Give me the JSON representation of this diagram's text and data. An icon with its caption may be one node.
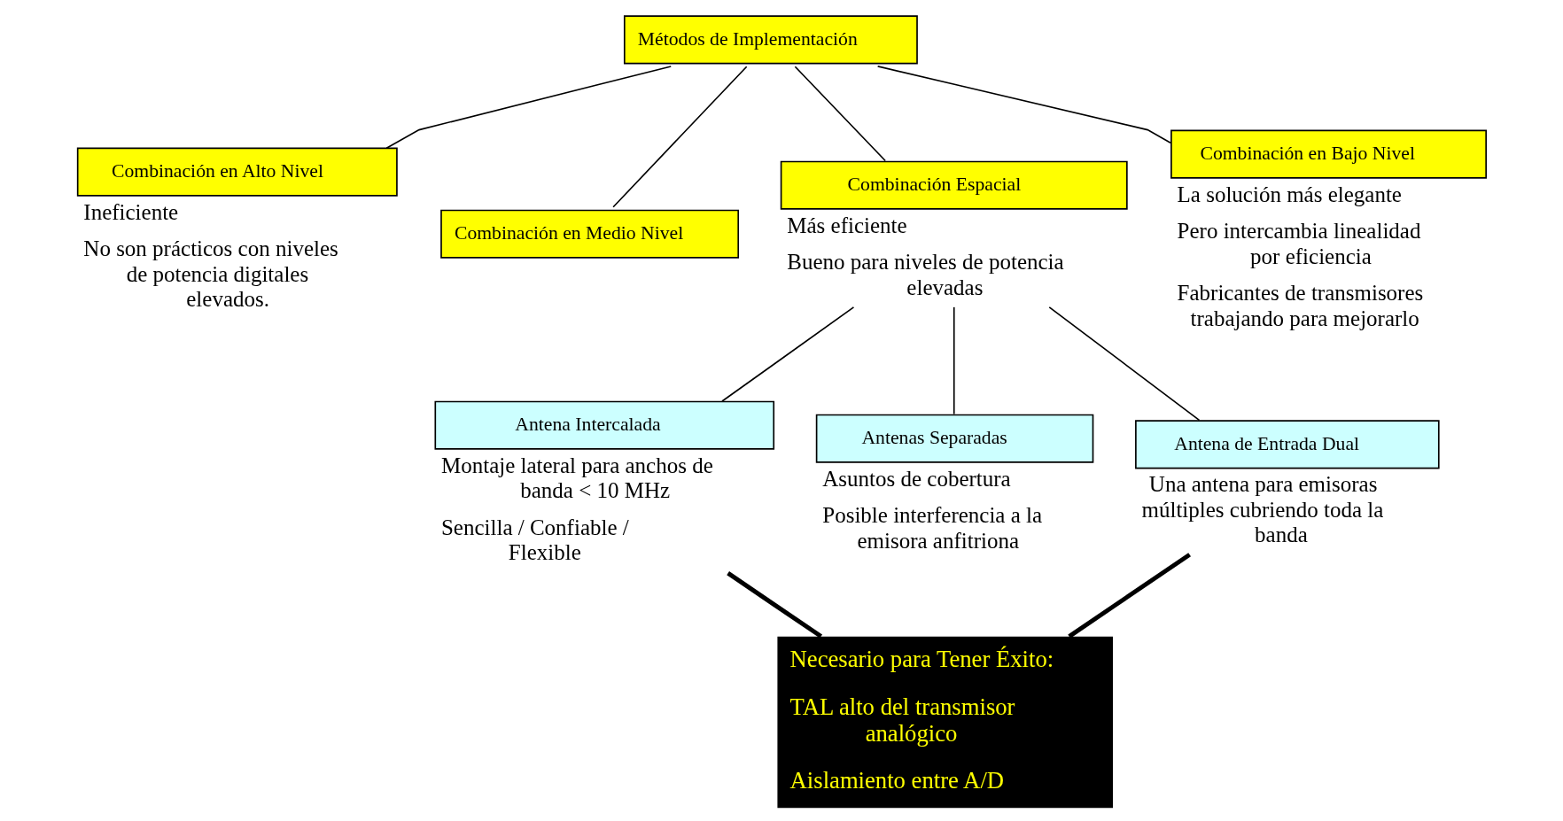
{
  "diagram": {
    "nodes": [
      {
        "text": [
          "Métodos de Implementación"
        ]
      },
      {
        "text": [
          "Combinación en Alto Nivel"
        ],
        "beside": [
          "Ineficiente",
          "No son prácticos con niveles de potencia digitales elevados."
        ]
      },
      {
        "text": [
          "Combinación en Medio Nivel"
        ]
      },
      {
        "text": [
          "Combinación Espacial"
        ],
        "beside": [
          "Más eficiente",
          "Bueno para niveles de potencia elevadas"
        ]
      },
      {
        "text": [
          "Combinación en Bajo Nivel"
        ],
        "beside": [
          "La solución más elegante",
          "Pero intercambia linealidad por eficiencia",
          "Fabricantes de transmisores trabajando para mejorarlo"
        ]
      },
      {
        "text": [
          "Antena Intercalada"
        ],
        "beside": [
          "Montaje lateral para anchos de banda < 10 MHz",
          "Sencilla / Confiable / Flexible"
        ]
      },
      {
        "text": [
          "Antenas Separadas"
        ],
        "beside": [
          "Asuntos de cobertura",
          "Posible interferencia a la emisora anfitriona"
        ]
      },
      {
        "text": [
          "Antena de Entrada Dual"
        ],
        "beside": [
          "Una antena para emisoras múltiples cubriendo toda la banda"
        ]
      },
      {
        "text": [
          "Necesario para Tener Éxito:",
          "TAL alto del transmisor analógico",
          "Aislamiento entre A/D"
        ]
      }
    ],
    "edges": [
      {
        "from": 0,
        "to": 1,
        "arrow": "none"
      },
      {
        "from": 0,
        "to": 2,
        "arrow": "none"
      },
      {
        "from": 0,
        "to": 3,
        "arrow": "none"
      },
      {
        "from": 0,
        "to": 4,
        "arrow": "none"
      },
      {
        "from": 3,
        "to": 5,
        "arrow": "none"
      },
      {
        "from": 3,
        "to": 6,
        "arrow": "none"
      },
      {
        "from": 3,
        "to": 7,
        "arrow": "none"
      },
      {
        "from": 5,
        "to": 8,
        "arrow": "none",
        "style": "thick"
      },
      {
        "from": 7,
        "to": 8,
        "arrow": "none",
        "style": "thick"
      }
    ]
  }
}
